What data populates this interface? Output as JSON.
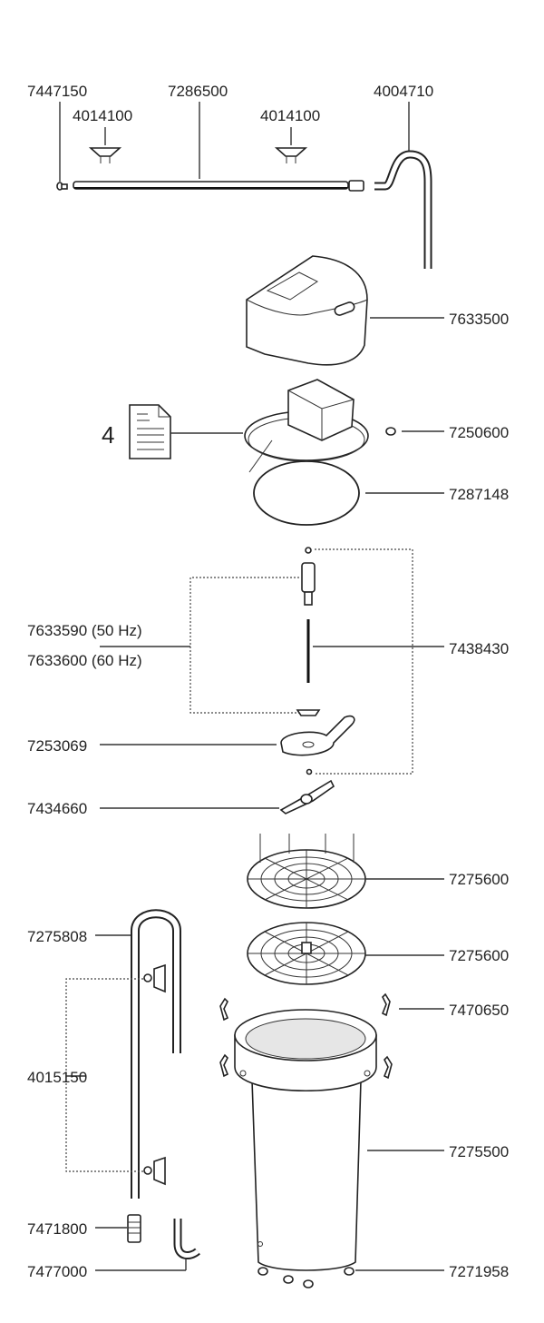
{
  "diagram": {
    "labels": {
      "check_valve": "7447150",
      "suction_cup_a": "4014100",
      "spray_bar": "7286500",
      "suction_cup_b": "4014100",
      "outlet_bend": "4004710",
      "pump_cover": "7633500",
      "manual_number": "4",
      "o_ring": "7250600",
      "seal_ring": "7287148",
      "motor_50hz": "7633590 (50 Hz)",
      "motor_60hz": "7633600 (60 Hz)",
      "axle": "7438430",
      "impeller_cover": "7253069",
      "impeller": "7434660",
      "grid_top": "7275600",
      "grid_bottom": "7275600",
      "intake_tube": "7275808",
      "suction_cups_intake": "4015150",
      "clips": "7470650",
      "canister": "7275500",
      "intake_strainer": "7471800",
      "elbow": "7477000",
      "feet": "7271958"
    }
  }
}
